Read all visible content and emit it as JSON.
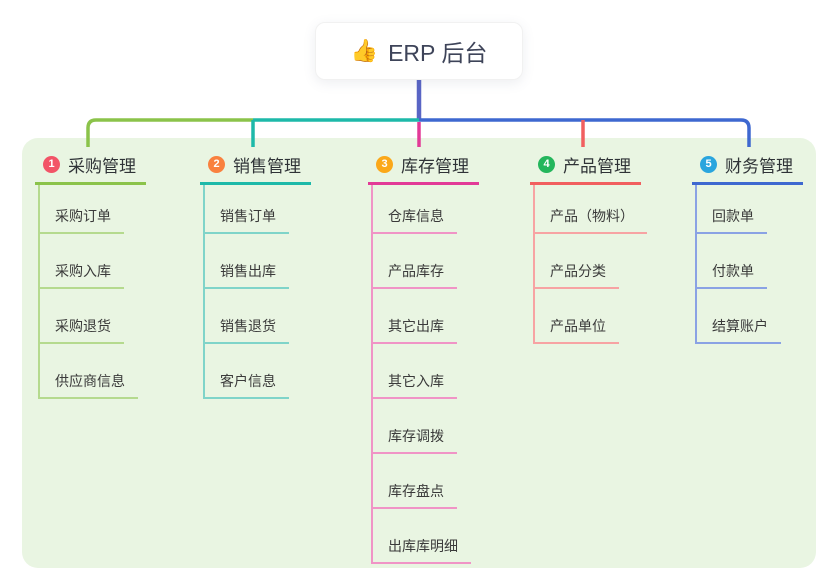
{
  "root": {
    "icon": "thumbs-up-emoji",
    "emoji": "👍",
    "label": "ERP 后台"
  },
  "panel": {
    "background": "#e9f5e2"
  },
  "connector_colors": {
    "root_line": "#5965c5"
  },
  "branches": [
    {
      "index": "1",
      "label": "采购管理",
      "badge_color": "#f25467",
      "color": "#8bc34a",
      "light_color": "#b5da8e",
      "children": [
        "采购订单",
        "采购入库",
        "采购退货",
        "供应商信息"
      ]
    },
    {
      "index": "2",
      "label": "销售管理",
      "badge_color": "#f9813f",
      "color": "#1db9a9",
      "light_color": "#7fd4c9",
      "children": [
        "销售订单",
        "销售出库",
        "销售退货",
        "客户信息"
      ]
    },
    {
      "index": "3",
      "label": "库存管理",
      "badge_color": "#fba819",
      "color": "#e23a97",
      "light_color": "#f094c6",
      "children": [
        "仓库信息",
        "产品库存",
        "其它出库",
        "其它入库",
        "库存调拨",
        "库存盘点",
        "出库库明细"
      ]
    },
    {
      "index": "4",
      "label": "产品管理",
      "badge_color": "#24b65c",
      "color": "#f15f5f",
      "light_color": "#f7a3a3",
      "children": [
        "产品（物料）",
        "产品分类",
        "产品单位"
      ]
    },
    {
      "index": "5",
      "label": "财务管理",
      "badge_color": "#29a5de",
      "color": "#3e68d0",
      "light_color": "#8aa2e4",
      "children": [
        "回款单",
        "付款单",
        "结算账户"
      ]
    }
  ]
}
